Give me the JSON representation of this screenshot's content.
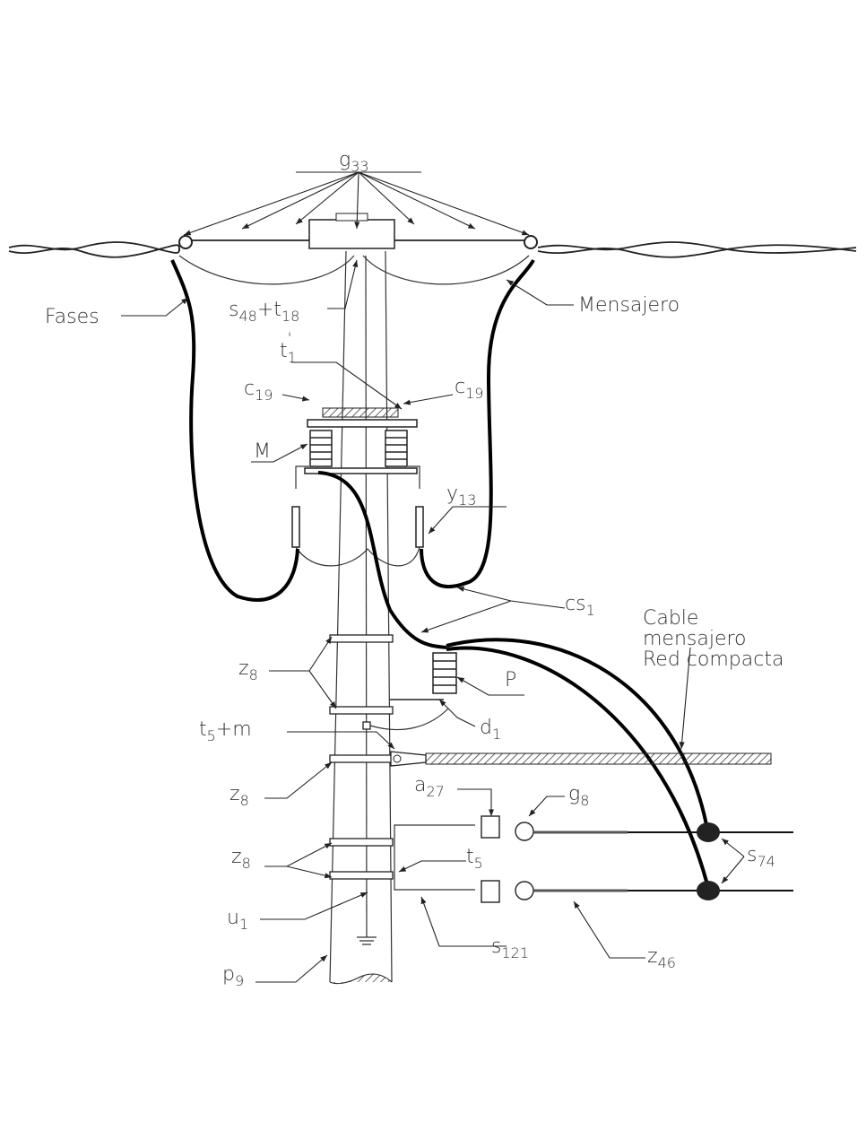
{
  "labels": {
    "g33": {
      "main": "g",
      "sub": "33"
    },
    "fases": {
      "main": "Fases"
    },
    "s48_t18": {
      "main": "s",
      "sub": "48",
      "main2": "+t",
      "sub2": "18"
    },
    "mensajero": {
      "main": "Mensajero"
    },
    "t1p": {
      "main": "t",
      "sub": "1",
      "sup": "'"
    },
    "c19_left": {
      "main": "c",
      "sub": "19"
    },
    "c19_right": {
      "main": "c",
      "sub": "19"
    },
    "m": {
      "main": "M"
    },
    "y13": {
      "main": "y",
      "sub": "13"
    },
    "cs1": {
      "main": "cs",
      "sub": "1"
    },
    "cable_mensajero": {
      "line1": "Cable",
      "line2": "mensajero",
      "line3": "Red compacta"
    },
    "z8_a": {
      "main": "z",
      "sub": "8"
    },
    "p": {
      "main": "P"
    },
    "d1": {
      "main": "d",
      "sub": "1"
    },
    "t5_m": {
      "main": "t",
      "sub": "5",
      "main2": "+m"
    },
    "z8_b": {
      "main": "z",
      "sub": "8"
    },
    "a27": {
      "main": "a",
      "sub": "27"
    },
    "g8": {
      "main": "g",
      "sub": "8"
    },
    "z8_c": {
      "main": "z",
      "sub": "8"
    },
    "t5": {
      "main": "t",
      "sub": "5"
    },
    "s74": {
      "main": "s",
      "sub": "74"
    },
    "u1": {
      "main": "u",
      "sub": "1"
    },
    "s121": {
      "main": "s",
      "sub": "121"
    },
    "z46": {
      "main": "z",
      "sub": "46"
    },
    "p9": {
      "main": "p",
      "sub": "9"
    }
  }
}
